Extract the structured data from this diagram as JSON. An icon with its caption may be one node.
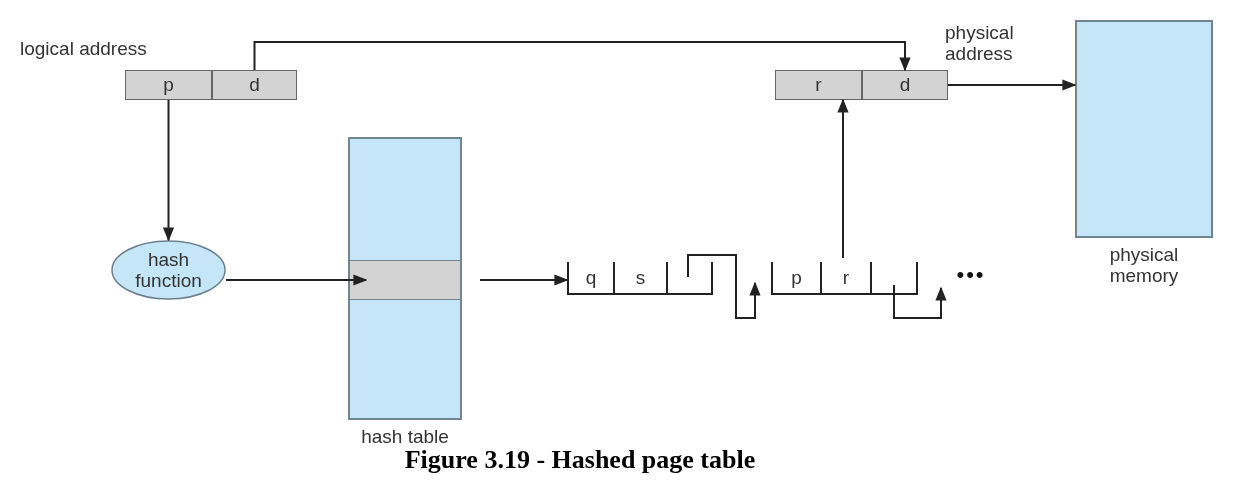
{
  "diagram": {
    "caption": "Figure 3.19 - Hashed page table",
    "nodes": [
      {
        "text": [
          "logical address"
        ]
      },
      {
        "text": [
          "p"
        ],
        "in": 0
      },
      {
        "text": [
          "d"
        ],
        "in": 0
      },
      {
        "text": [
          "physical address"
        ]
      },
      {
        "text": [
          "r"
        ],
        "in": 3
      },
      {
        "text": [
          "d"
        ],
        "in": 3
      },
      {
        "text": [
          "hash function"
        ]
      },
      {
        "text": [
          "hash table"
        ]
      },
      {
        "text": [],
        "shape": "bar",
        "in": 7
      },
      {
        "text": [
          "q",
          "s"
        ]
      },
      {
        "text": [
          "p",
          "r"
        ]
      },
      {
        "text": [
          "physical memory"
        ]
      },
      {
        "text": [
          "•••"
        ]
      }
    ],
    "edges": [
      {
        "from": 2,
        "to": 5,
        "arrow": "to"
      },
      {
        "from": 1,
        "to": 6,
        "arrow": "to"
      },
      {
        "from": 6,
        "to": 8,
        "arrow": "to"
      },
      {
        "from": 8,
        "to": 9,
        "arrow": "to"
      },
      {
        "from": 9,
        "to": 10,
        "arrow": "to"
      },
      {
        "from": 10,
        "to": 4,
        "arrow": "to"
      },
      {
        "from": 10,
        "to": 12,
        "arrow": "to"
      },
      {
        "from": 5,
        "to": 11,
        "arrow": "to"
      }
    ]
  }
}
